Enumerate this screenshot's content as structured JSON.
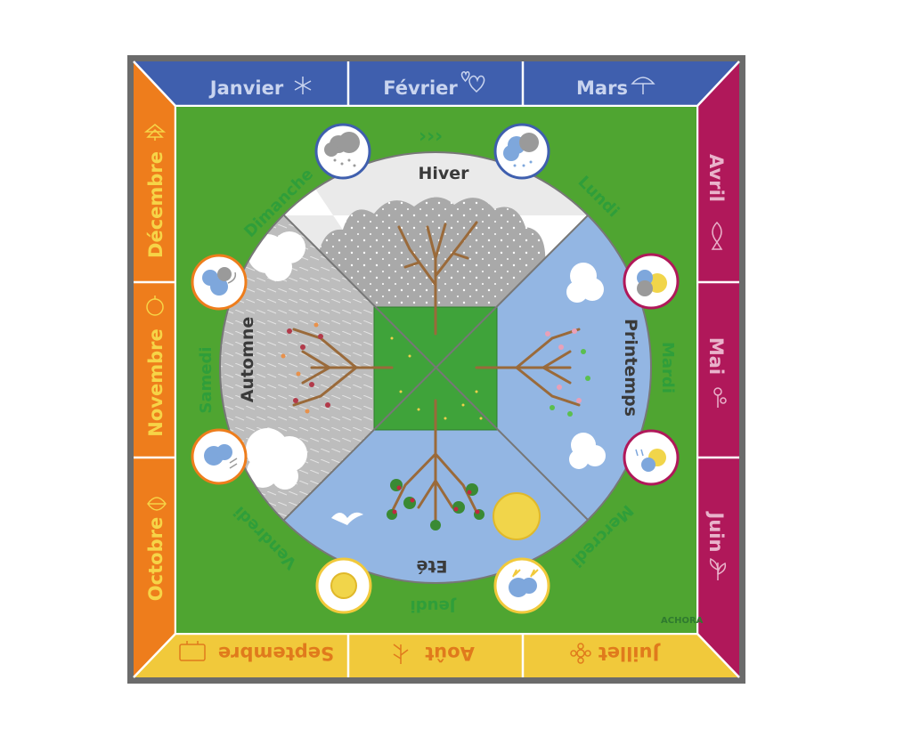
{
  "months": {
    "janvier": "Janvier",
    "fevrier": "Février",
    "mars": "Mars",
    "avril": "Avril",
    "mai": "Mai",
    "juin": "Juin",
    "juillet": "Juillet",
    "aout": "Août",
    "septembre": "Septembre",
    "octobre": "Octobre",
    "novembre": "Novembre",
    "decembre": "Décembre"
  },
  "seasons": {
    "hiver": "Hiver",
    "printemps": "Printemps",
    "ete": "Eté",
    "automne": "Automne"
  },
  "days": {
    "lundi": "Lundi",
    "mardi": "Mardi",
    "mercredi": "Mercredi",
    "jeudi": "Jeudi",
    "vendredi": "Vendredi",
    "samedi": "Samedi",
    "dimanche": "Dimanche"
  },
  "brand": "ACHORA",
  "colors": {
    "top_band": "#3f5fae",
    "right_band": "#b0185a",
    "bottom_band": "#f1c93b",
    "left_band": "#ee7d1c",
    "field": "#4fa531",
    "winter": "#e6e6e6",
    "spring": "#93b6e3",
    "summer": "#93b6e3",
    "autumn": "#bdbdbd",
    "day_text": "#2f9e3a"
  },
  "icons": [
    "snowflake-icon",
    "hearts-icon",
    "umbrella-icon",
    "fish-icon",
    "flowers-icon",
    "sprout-icon",
    "flower-icon",
    "wheat-icon",
    "suitcase-icon",
    "leaf-icon",
    "pumpkin-icon",
    "fir-tree-icon"
  ],
  "weather_icons": [
    "snow-cloud-icon",
    "hail-cloud-icon",
    "sun-cloud-icon",
    "rain-sun-cloud-icon",
    "storm-cloud-icon",
    "sun-icon",
    "rain-cloud-icon",
    "wind-cloud-icon"
  ]
}
